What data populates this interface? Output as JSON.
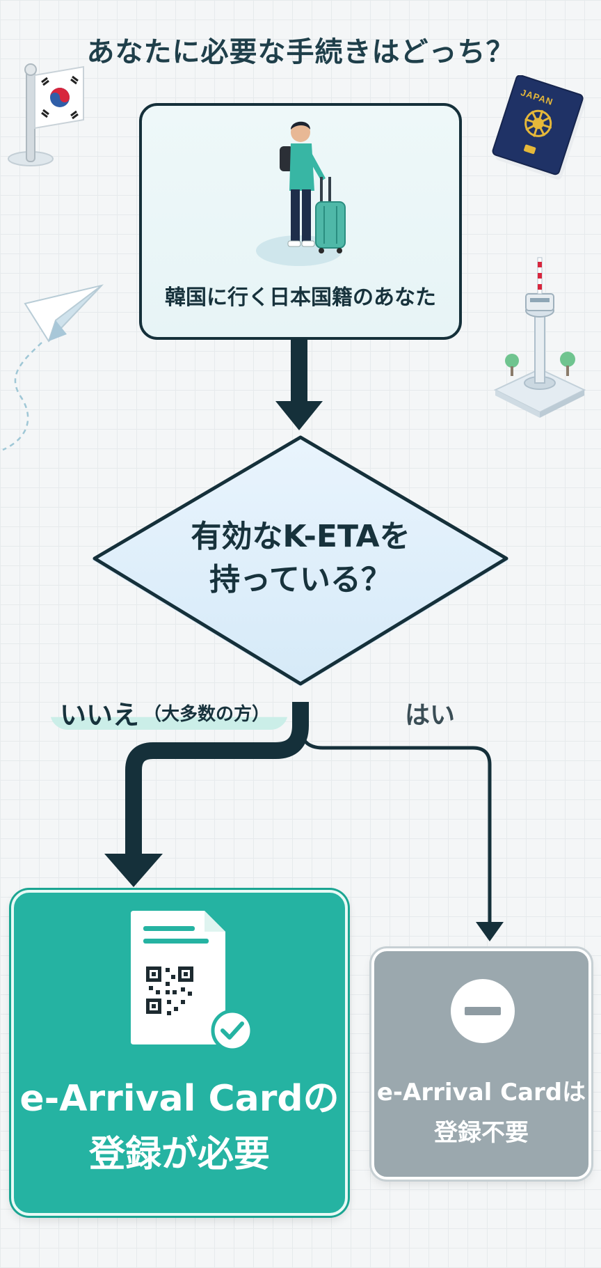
{
  "title": "あなたに必要な手続きはどっち？",
  "start_node": {
    "label": "韓国に行く日本国籍のあなた"
  },
  "decision_node": {
    "line1": "有効なK-ETAを",
    "line2": "持っている？"
  },
  "branch_no": {
    "label": "いいえ",
    "note": "（大多数の方）"
  },
  "branch_yes": {
    "label": "はい"
  },
  "result_required": {
    "line1": "e-Arrival Cardの",
    "line2": "登録が必要"
  },
  "result_not_required": {
    "line1": "e-Arrival Cardは",
    "line2": "登録不要"
  },
  "decorations": {
    "passport_text": "JAPAN",
    "icons": [
      "korean-flag-icon",
      "passport-icon",
      "paper-plane-icon",
      "seoul-tower-icon",
      "traveler-icon",
      "qr-document-icon",
      "checkmark-icon",
      "minus-circle-icon"
    ]
  },
  "colors": {
    "dark": "#15303a",
    "accent_teal": "#25b3a2",
    "neutral_gray": "#9ba8ae",
    "diamond_fill": "#e3f2fb"
  }
}
